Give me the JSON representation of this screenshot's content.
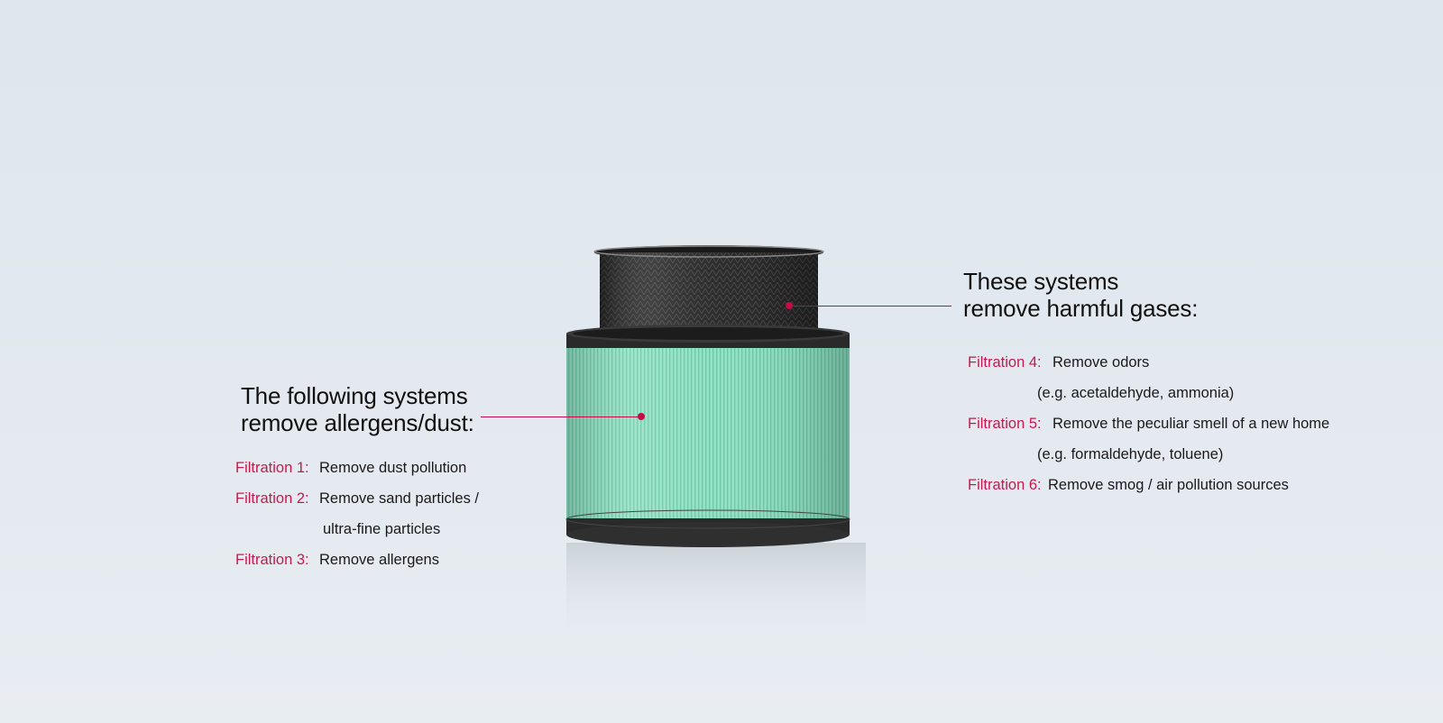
{
  "left_panel": {
    "heading_line1": "The following systems",
    "heading_line2": "remove allergens/dust:",
    "items": [
      {
        "label": "Filtration 1:",
        "text": "Remove dust pollution"
      },
      {
        "label": "Filtration 2:",
        "text": "Remove sand particles /",
        "continuation": "ultra-fine particles"
      },
      {
        "label": "Filtration 3:",
        "text": "Remove allergens"
      }
    ]
  },
  "right_panel": {
    "heading_line1": "These systems",
    "heading_line2": "remove harmful gases:",
    "items": [
      {
        "label": "Filtration 4:",
        "text": "Remove odors",
        "continuation": "(e.g. acetaldehyde, ammonia)"
      },
      {
        "label": "Filtration 5:",
        "text": "Remove the peculiar smell of a new home",
        "continuation": "(e.g. formaldehyde, toluene)"
      },
      {
        "label": "Filtration 6:",
        "text": "Remove smog / air pollution sources"
      }
    ]
  },
  "colors": {
    "accent": "#c8194f",
    "background": "#e1e7ee",
    "filter_green": "#8fe0c4",
    "filter_dark": "#2a2a2a"
  },
  "image": {
    "icon": "cylindrical-air-filter-image"
  }
}
